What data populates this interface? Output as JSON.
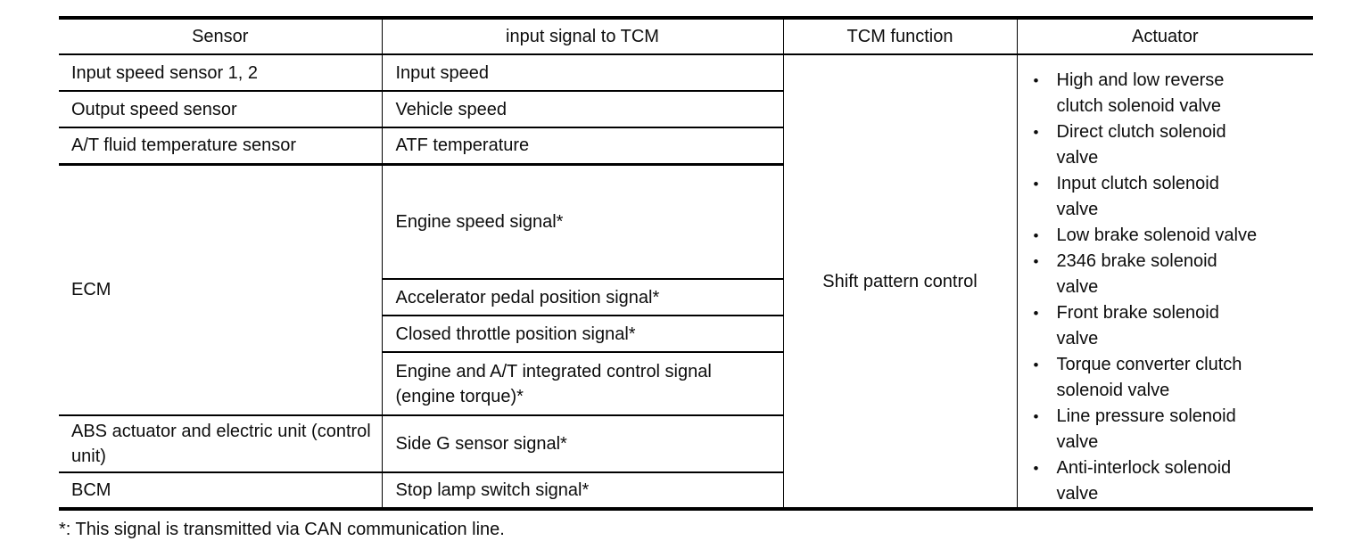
{
  "table": {
    "headers": {
      "sensor": "Sensor",
      "input_signal": "input signal to TCM",
      "tcm_function": "TCM function",
      "actuator": "Actuator"
    },
    "rows": [
      {
        "sensor": "Input speed sensor 1, 2",
        "signal": "Input speed"
      },
      {
        "sensor": "Output speed sensor",
        "signal": "Vehicle speed"
      },
      {
        "sensor": "A/T fluid temperature sensor",
        "signal": "ATF temperature"
      },
      {
        "sensor": "ECM",
        "signal": "Engine speed signal*"
      },
      {
        "signal": "Accelerator pedal position signal*"
      },
      {
        "signal": "Closed throttle position signal*"
      },
      {
        "signal": "Engine and A/T integrated control signal (engine torque)*"
      },
      {
        "sensor": "ABS actuator and electric unit (control unit)",
        "signal": "Side G sensor signal*"
      },
      {
        "sensor": "BCM",
        "signal": "Stop lamp switch signal*"
      }
    ],
    "tcm_function": "Shift pattern control",
    "bullet_char": "•",
    "actuator_items": [
      "High and low reverse clutch solenoid valve",
      "Direct clutch solenoid valve",
      "Input clutch solenoid valve",
      "Low brake solenoid valve",
      "2346 brake solenoid valve",
      "Front brake solenoid valve",
      "Torque converter clutch solenoid valve",
      "Line pressure solenoid valve",
      "Anti-interlock solenoid valve"
    ]
  },
  "footnote": "*: This signal is transmitted via CAN communication line.",
  "colors": {
    "ink": "#000000",
    "paper": "#ffffff"
  }
}
